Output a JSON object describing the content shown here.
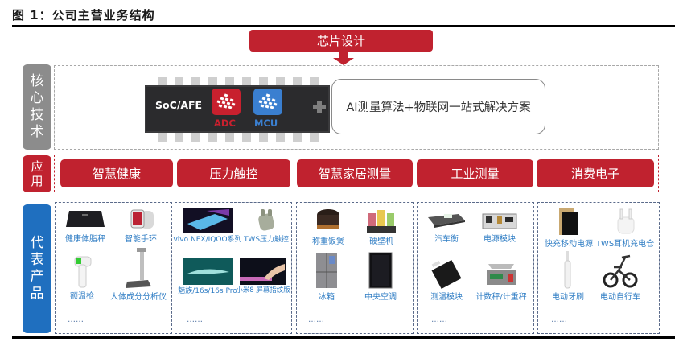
{
  "figure": {
    "title": "图 1：公司主营业务结构"
  },
  "banner": {
    "label": "芯片设计"
  },
  "rows": {
    "core": {
      "label": [
        "核",
        "心",
        "技",
        "术"
      ]
    },
    "application": {
      "label": [
        "应",
        "用"
      ]
    },
    "products": {
      "label": [
        "代",
        "表",
        "产",
        "品"
      ]
    }
  },
  "core_tech": {
    "chip_label": "SoC/AFE",
    "adc_label": "ADC",
    "mcu_label": "MCU",
    "plus_icon": "plus-icon",
    "solution": "AI测量算法+物联网一站式解决方案"
  },
  "applications": [
    {
      "label": "智慧健康"
    },
    {
      "label": "压力触控"
    },
    {
      "label": "智慧家居测量"
    },
    {
      "label": "工业测量"
    },
    {
      "label": "消费电子"
    }
  ],
  "product_groups": [
    {
      "items": [
        {
          "name": "健康体脂秤",
          "icon": "body-fat-scale-icon"
        },
        {
          "name": "智能手环",
          "icon": "smart-band-icon"
        },
        {
          "name": "额温枪",
          "icon": "thermometer-gun-icon"
        },
        {
          "name": "人体成分分析仪",
          "icon": "body-composition-analyzer-icon"
        }
      ],
      "more": "……"
    },
    {
      "items": [
        {
          "name": "vivo NEX/IQOO系列",
          "icon": "phone-icon"
        },
        {
          "name": "TWS压力触控",
          "icon": "earbuds-icon"
        },
        {
          "name": "魅族/16s/16s Pro",
          "icon": "phone-icon"
        },
        {
          "name": "小米8 屏幕指纹版",
          "icon": "fingerprint-phone-icon"
        }
      ],
      "more": "……"
    },
    {
      "items": [
        {
          "name": "称重饭煲",
          "icon": "rice-cooker-icon"
        },
        {
          "name": "破壁机",
          "icon": "blender-icon"
        },
        {
          "name": "冰箱",
          "icon": "refrigerator-icon"
        },
        {
          "name": "中央空调",
          "icon": "air-conditioner-icon"
        }
      ],
      "more": "……"
    },
    {
      "items": [
        {
          "name": "汽车衡",
          "icon": "truck-scale-icon"
        },
        {
          "name": "电源模块",
          "icon": "power-module-icon"
        },
        {
          "name": "测温模块",
          "icon": "temperature-module-icon"
        },
        {
          "name": "计数秤/计重秤",
          "icon": "counting-scale-icon"
        }
      ],
      "more": "……"
    },
    {
      "items": [
        {
          "name": "快充移动电源",
          "icon": "power-bank-icon"
        },
        {
          "name": "TWS耳机充电仓",
          "icon": "earbuds-case-icon"
        },
        {
          "name": "电动牙刷",
          "icon": "electric-toothbrush-icon"
        },
        {
          "name": "电动自行车",
          "icon": "electric-bike-icon"
        }
      ],
      "more": "……"
    }
  ],
  "colors": {
    "red": "#c0222f",
    "blue": "#1f6fbf",
    "gray": "#8c8c8c",
    "product_text": "#2f7dc4"
  }
}
